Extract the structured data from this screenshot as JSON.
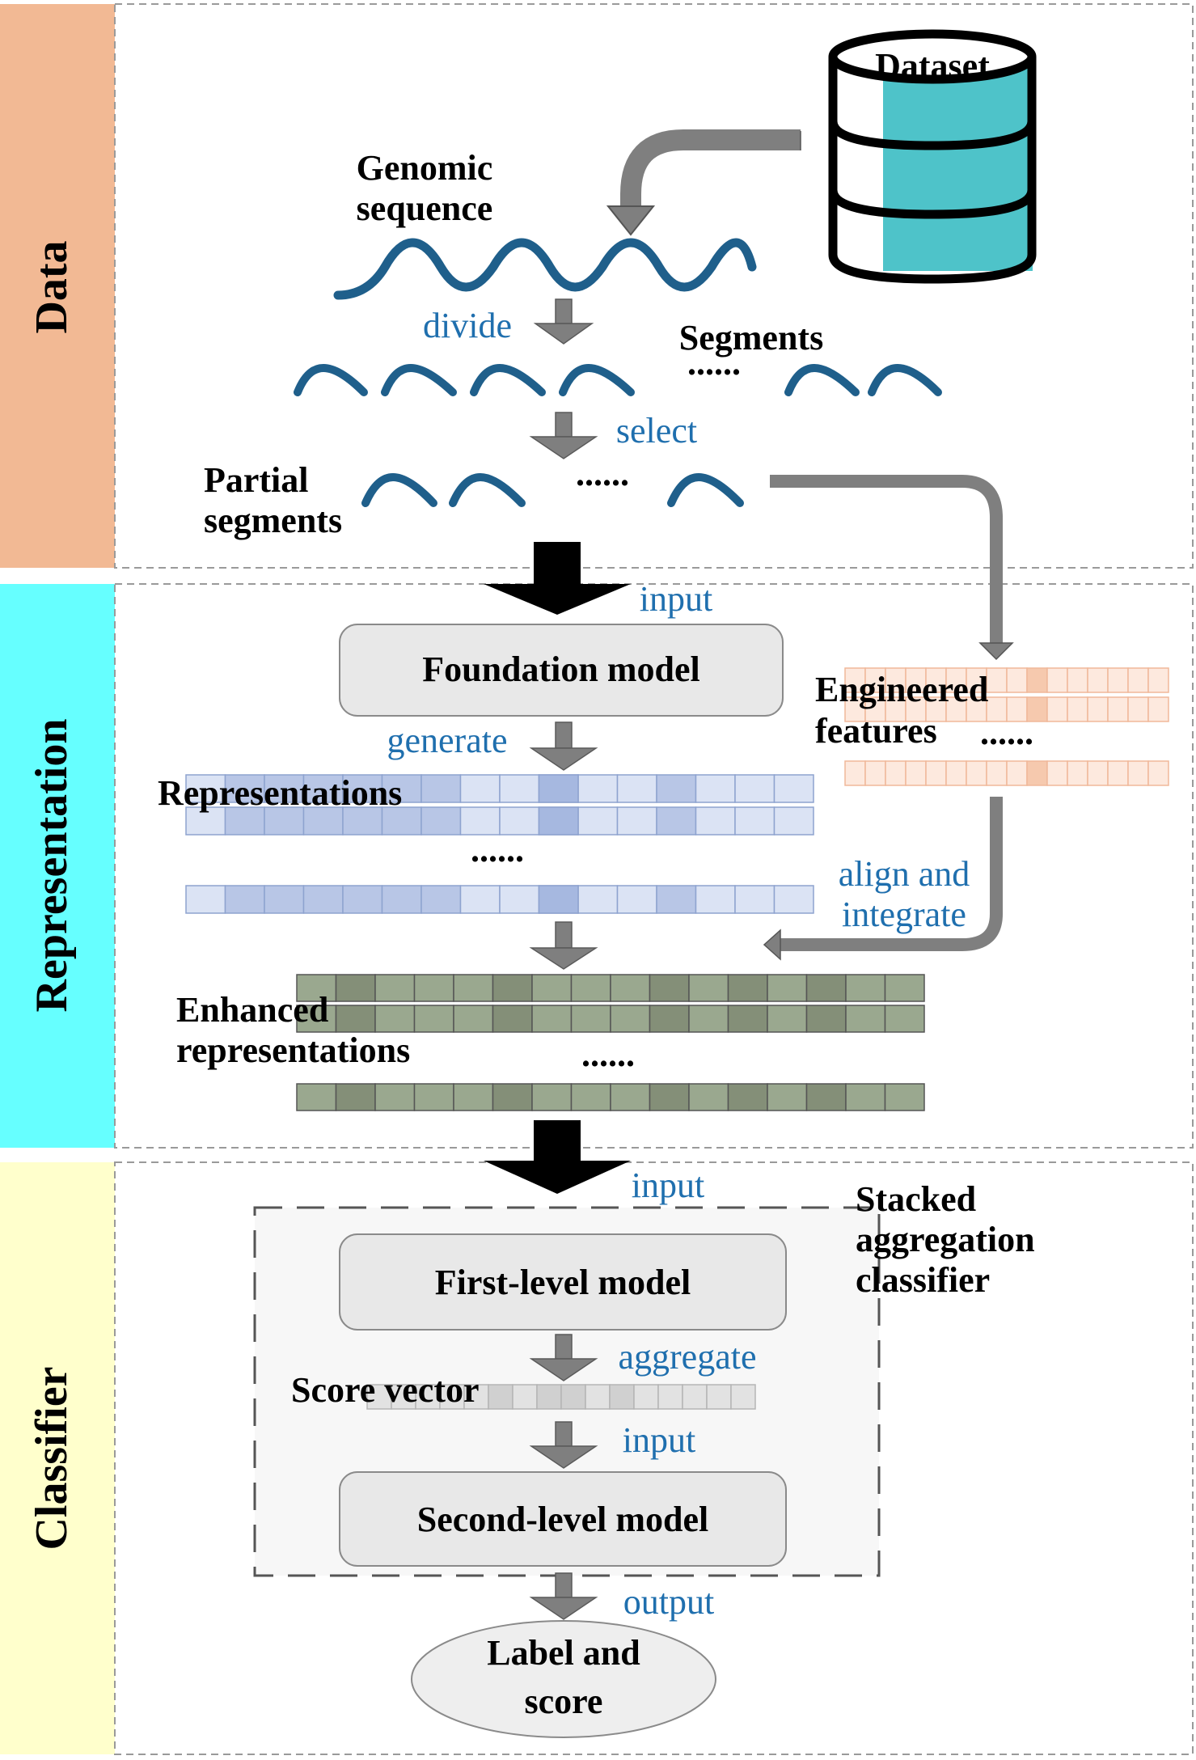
{
  "sections": {
    "data": "Data",
    "representation": "Representation",
    "classifier": "Classifier"
  },
  "labels": {
    "dataset": "Dataset",
    "genomic_line1": "Genomic",
    "genomic_line2": "sequence",
    "divide": "divide",
    "segments": "Segments",
    "select": "select",
    "partial_line1": "Partial",
    "partial_line2": "segments",
    "input1": "input",
    "foundation_model": "Foundation model",
    "engineered_line1": "Engineered",
    "engineered_line2": "features",
    "generate": "generate",
    "representations": "Representations",
    "align_line1": "align and",
    "align_line2": "integrate",
    "enhanced_line1": "Enhanced",
    "enhanced_line2": "representations",
    "input2": "input",
    "stacked_line1": "Stacked",
    "stacked_line2": "aggregation",
    "stacked_line3": "classifier",
    "first_level_model": "First-level model",
    "aggregate": "aggregate",
    "score_vector": "Score vector",
    "input3": "input",
    "second_level_model": "Second-level model",
    "output": "output",
    "label_line1": "Label and",
    "label_line2": "score",
    "ellipsis": "......"
  },
  "colors": {
    "data_band": "#f2b994",
    "representation_band": "#66ffff",
    "classifier_band": "#ffffcc",
    "wave": "#1f5f8b",
    "dataset_fill": "#4ec3c9",
    "representation_cell": "#dbe3f4",
    "engineered_cell": "#fde9de",
    "enhanced_cell": "#9aa88f",
    "annotation_blue": "#1f6fae"
  }
}
